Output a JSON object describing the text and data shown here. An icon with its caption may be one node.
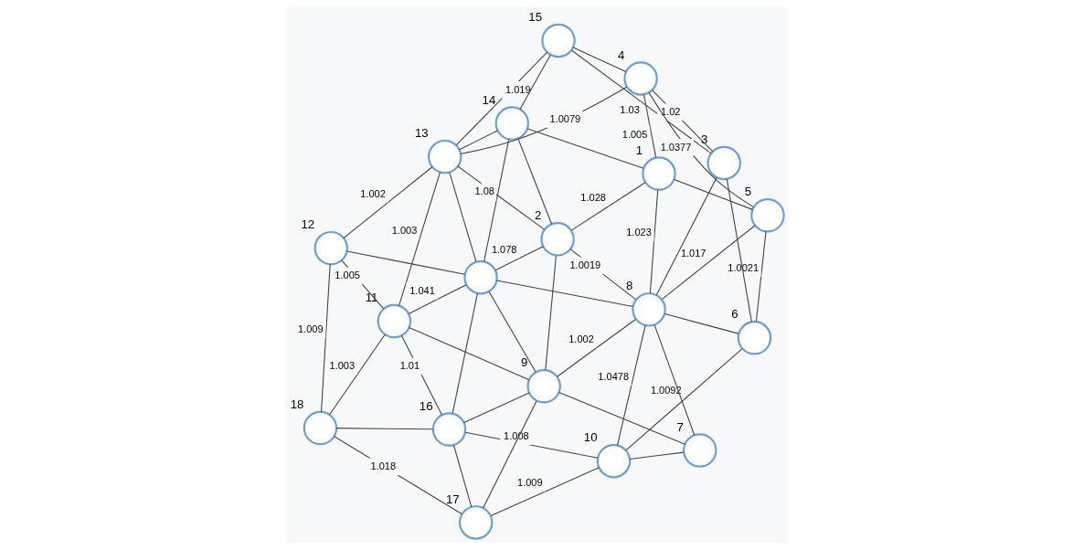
{
  "diagram": {
    "nodes": [
      {
        "text": [],
        "shape": "circle",
        "beside": [
          "1"
        ]
      },
      {
        "text": [],
        "shape": "circle",
        "beside": [
          "2"
        ]
      },
      {
        "text": [],
        "shape": "circle",
        "beside": [
          "3"
        ]
      },
      {
        "text": [],
        "shape": "circle",
        "beside": [
          "4"
        ]
      },
      {
        "text": [],
        "shape": "circle",
        "beside": [
          "5"
        ]
      },
      {
        "text": [],
        "shape": "circle",
        "beside": [
          "6"
        ]
      },
      {
        "text": [],
        "shape": "circle",
        "beside": [
          "7"
        ]
      },
      {
        "text": [],
        "shape": "circle",
        "beside": [
          "8"
        ]
      },
      {
        "text": [],
        "shape": "circle",
        "beside": [
          "9"
        ]
      },
      {
        "text": [],
        "shape": "circle",
        "beside": [
          "10"
        ]
      },
      {
        "text": [],
        "shape": "circle",
        "beside": [
          "11"
        ]
      },
      {
        "text": [],
        "shape": "circle",
        "beside": [
          "12"
        ]
      },
      {
        "text": [],
        "shape": "circle",
        "beside": [
          "13"
        ]
      },
      {
        "text": [],
        "shape": "circle",
        "beside": [
          "14"
        ]
      },
      {
        "text": [],
        "shape": "circle",
        "beside": [
          "15"
        ]
      },
      {
        "text": [],
        "shape": "circle",
        "beside": [
          "16"
        ]
      },
      {
        "text": [],
        "shape": "circle",
        "beside": [
          "17"
        ]
      },
      {
        "text": [],
        "shape": "circle",
        "beside": [
          "18"
        ]
      },
      {
        "text": [],
        "shape": "circle"
      }
    ],
    "edges": [
      {
        "from": 4,
        "to": 5,
        "arrow": "none",
        "label": "1.0021"
      },
      {
        "from": 5,
        "to": 9,
        "arrow": "none",
        "label": "1.0092"
      },
      {
        "from": 5,
        "to": 7,
        "arrow": "none"
      },
      {
        "from": 5,
        "to": 2,
        "arrow": "none"
      },
      {
        "from": 4,
        "to": 7,
        "arrow": "none",
        "label": "1.017"
      },
      {
        "from": 4,
        "to": 3,
        "arrow": "none",
        "label": "1.0377"
      },
      {
        "from": 4,
        "to": 0,
        "arrow": "none"
      },
      {
        "from": 7,
        "to": 9,
        "arrow": "none",
        "label": "1.0478"
      },
      {
        "from": 7,
        "to": 6,
        "arrow": "none"
      },
      {
        "from": 7,
        "to": 2,
        "arrow": "none"
      },
      {
        "from": 7,
        "to": 0,
        "arrow": "none",
        "label": "1.023"
      },
      {
        "from": 7,
        "to": 1,
        "arrow": "none",
        "label": "1.0019"
      },
      {
        "from": 7,
        "to": 8,
        "arrow": "none",
        "label": "1.002"
      },
      {
        "from": 7,
        "to": 18,
        "arrow": "none"
      },
      {
        "from": 9,
        "to": 6,
        "arrow": "none"
      },
      {
        "from": 9,
        "to": 15,
        "arrow": "none",
        "label": "1.008"
      },
      {
        "from": 9,
        "to": 16,
        "arrow": "none",
        "label": "1.009"
      },
      {
        "from": 6,
        "to": 8,
        "arrow": "none"
      },
      {
        "from": 3,
        "to": 2,
        "arrow": "none",
        "label": "1.02"
      },
      {
        "from": 3,
        "to": 0,
        "arrow": "none",
        "label": "1.005"
      },
      {
        "from": 2,
        "to": 14,
        "arrow": "none",
        "label": "1.03"
      },
      {
        "from": 3,
        "to": 14,
        "arrow": "none"
      },
      {
        "from": 3,
        "to": 12,
        "arrow": "none",
        "label": "1.0079"
      },
      {
        "from": 0,
        "to": 1,
        "arrow": "none",
        "label": "1.028"
      },
      {
        "from": 0,
        "to": 13,
        "arrow": "none"
      },
      {
        "from": 1,
        "to": 8,
        "arrow": "none"
      },
      {
        "from": 1,
        "to": 18,
        "arrow": "none",
        "label": "1.078"
      },
      {
        "from": 1,
        "to": 13,
        "arrow": "none"
      },
      {
        "from": 1,
        "to": 12,
        "arrow": "none"
      },
      {
        "from": 16,
        "to": 8,
        "arrow": "none"
      },
      {
        "from": 16,
        "to": 15,
        "arrow": "none"
      },
      {
        "from": 16,
        "to": 17,
        "arrow": "none",
        "label": "1.018"
      },
      {
        "from": 8,
        "to": 15,
        "arrow": "none"
      },
      {
        "from": 8,
        "to": 18,
        "arrow": "none"
      },
      {
        "from": 15,
        "to": 18,
        "arrow": "none"
      },
      {
        "from": 8,
        "to": 10,
        "arrow": "none"
      },
      {
        "from": 15,
        "to": 10,
        "arrow": "none",
        "label": "1.01"
      },
      {
        "from": 15,
        "to": 17,
        "arrow": "none"
      },
      {
        "from": 18,
        "to": 13,
        "arrow": "none",
        "label": "1.08"
      },
      {
        "from": 18,
        "to": 10,
        "arrow": "none",
        "label": "1.041"
      },
      {
        "from": 18,
        "to": 12,
        "arrow": "none"
      },
      {
        "from": 18,
        "to": 11,
        "arrow": "none"
      },
      {
        "from": 14,
        "to": 13,
        "arrow": "none"
      },
      {
        "from": 14,
        "to": 12,
        "arrow": "none",
        "label": "1.019"
      },
      {
        "from": 13,
        "to": 12,
        "arrow": "none"
      },
      {
        "from": 10,
        "to": 12,
        "arrow": "none",
        "label": "1.003"
      },
      {
        "from": 10,
        "to": 17,
        "arrow": "none",
        "label": "1.003"
      },
      {
        "from": 10,
        "to": 11,
        "arrow": "none",
        "label": "1.005"
      },
      {
        "from": 17,
        "to": 11,
        "arrow": "none",
        "label": "1.009"
      },
      {
        "from": 12,
        "to": 11,
        "arrow": "none",
        "label": "1.002"
      }
    ]
  }
}
